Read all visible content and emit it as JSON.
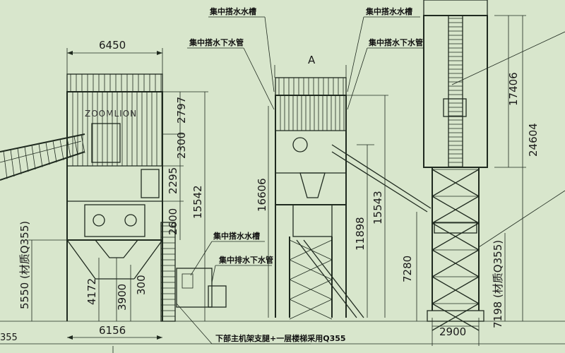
{
  "left_plant": {
    "width_top": "6450",
    "width_bottom": "6156",
    "brand": "ZOOMLION",
    "dims_right": [
      "2797",
      "2300",
      "2295",
      "2600",
      "15542"
    ],
    "dims_lower": [
      "4172",
      "3900",
      "300"
    ],
    "material_note": "5550 (材质Q355)"
  },
  "center_plant": {
    "label": "A",
    "height_total": "16606",
    "height_mid": "11898",
    "height_right": "15543"
  },
  "right_plant": {
    "height_upper": "17406",
    "height_total": "24604",
    "height_lower": "7280",
    "material_note": "7198 (材质Q355)",
    "width_bottom": "2900"
  },
  "notes": {
    "water_tank_1": "集中搭水水槽",
    "drain_pipe_1": "集中搭水下水管",
    "water_tank_2": "集中搭水水槽",
    "drain_pipe_2": "集中搭水下水管",
    "water_tank_3": "集中搭水水槽",
    "drain_pipe_3": "集中排水下水管",
    "support_note": "下部主机架支腿+一层楼梯采用Q355",
    "left_edge": "355"
  }
}
